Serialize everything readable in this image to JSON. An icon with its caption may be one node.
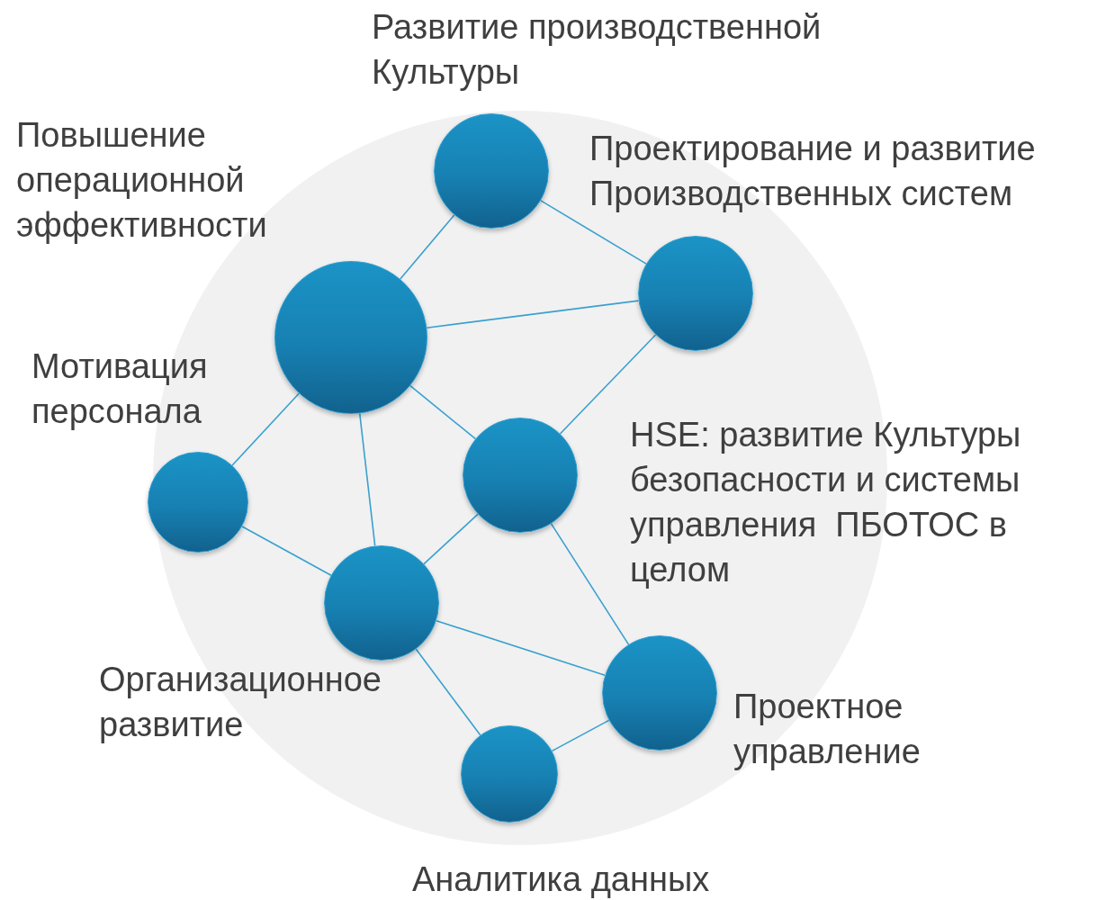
{
  "diagram": {
    "nodes": [
      {
        "text": [],
        "shape": "circle"
      },
      {
        "text": [],
        "shape": "circle",
        "in": 0,
        "beside": [
          "Развитие производственной Культуры"
        ]
      },
      {
        "text": [],
        "shape": "circle",
        "in": 0,
        "beside": [
          "Проектирование и развитие Производственных систем"
        ]
      },
      {
        "text": [],
        "shape": "circle",
        "in": 0,
        "beside": [
          "Повышение операционной эффективности"
        ]
      },
      {
        "text": [],
        "shape": "circle",
        "in": 0,
        "beside": [
          "Мотивация персонала"
        ]
      },
      {
        "text": [],
        "shape": "circle",
        "in": 0,
        "beside": [
          "HSE: развитие Культуры безопасности и системы управления  ПБОТОС в целом"
        ]
      },
      {
        "text": [],
        "shape": "circle",
        "in": 0,
        "beside": [
          "Организационное развитие"
        ]
      },
      {
        "text": [],
        "shape": "circle",
        "in": 0,
        "beside": [
          "Проектное управление"
        ]
      },
      {
        "text": [],
        "shape": "circle",
        "in": 0,
        "beside": [
          "Аналитика данных"
        ]
      }
    ],
    "edges": [
      {
        "from": 1,
        "to": 3,
        "arrow": "none"
      },
      {
        "from": 1,
        "to": 2,
        "arrow": "none"
      },
      {
        "from": 3,
        "to": 2,
        "arrow": "none"
      },
      {
        "from": 3,
        "to": 5,
        "arrow": "none"
      },
      {
        "from": 2,
        "to": 5,
        "arrow": "none"
      },
      {
        "from": 3,
        "to": 4,
        "arrow": "none"
      },
      {
        "from": 3,
        "to": 6,
        "arrow": "none"
      },
      {
        "from": 4,
        "to": 6,
        "arrow": "none"
      },
      {
        "from": 5,
        "to": 6,
        "arrow": "none"
      },
      {
        "from": 5,
        "to": 7,
        "arrow": "none"
      },
      {
        "from": 6,
        "to": 7,
        "arrow": "none"
      },
      {
        "from": 6,
        "to": 8,
        "arrow": "none"
      },
      {
        "from": 7,
        "to": 8,
        "arrow": "none"
      }
    ]
  }
}
